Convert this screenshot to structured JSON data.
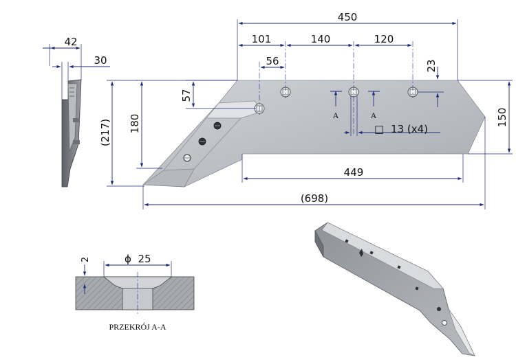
{
  "dimensions": {
    "overall_top_width": "450",
    "seg_101": "101",
    "seg_140": "140",
    "seg_120": "120",
    "offset_56": "56",
    "height_23": "23",
    "height_57": "57",
    "height_180": "180",
    "height_217": "(217)",
    "height_150": "150",
    "bottom_449": "449",
    "overall_698": "(698)",
    "side_42": "42",
    "side_30": "30",
    "hole_spec": "13  (x4)",
    "section_depth": "2",
    "section_diameter": "25"
  },
  "labels": {
    "section_mark_a": "A",
    "section_title": "PRZEKRÓJ A-A"
  },
  "glyphs": {
    "diameter": "ϕ",
    "square": "□"
  },
  "colors": {
    "dimension_line": "#1f2a7a",
    "plate_light": "#c9ccd1",
    "plate_dark": "#9ea3aa",
    "hatch_fill": "#a6a9ad"
  }
}
